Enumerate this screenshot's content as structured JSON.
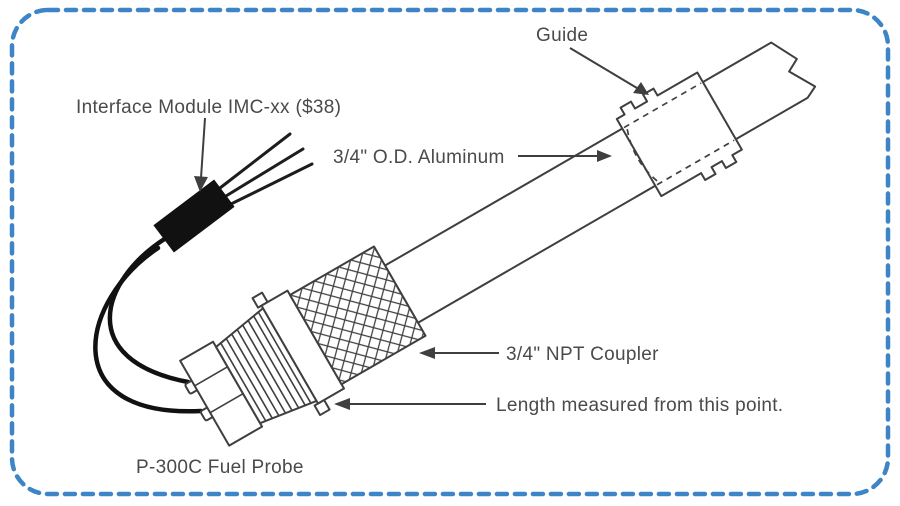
{
  "diagram": {
    "labels": {
      "interface_module": "Interface Module IMC-xx ($38)",
      "guide": "Guide",
      "od_aluminum": "3/4\" O.D. Aluminum",
      "npt_coupler": "3/4\" NPT Coupler",
      "length_note": "Length measured from this point.",
      "probe_name": "P-300C Fuel Probe"
    },
    "colors": {
      "border": "#3d85c6",
      "line": "#3f3f3f",
      "text": "#4a4a4a",
      "module": "#111111",
      "background": "#ffffff"
    }
  }
}
